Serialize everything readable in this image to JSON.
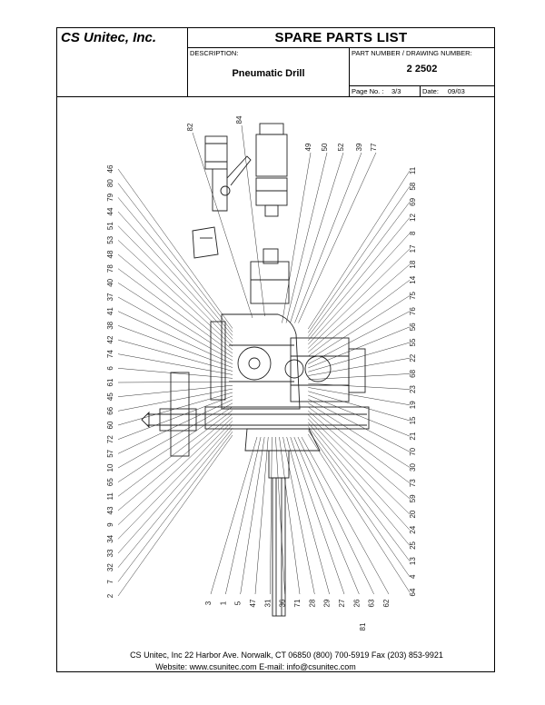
{
  "header": {
    "company": "CS Unitec, Inc.",
    "title": "SPARE PARTS LIST",
    "description_label": "DESCRIPTION:",
    "description": "Pneumatic Drill",
    "part_number_label": "PART NUMBER / DRAWING NUMBER:",
    "part_number": "2 2502",
    "page_label": "Page No. :",
    "page_value": "3/3",
    "date_label": "Date:",
    "date_value": "09/03"
  },
  "drawing": {
    "callouts_left": [
      "46",
      "80",
      "79",
      "44",
      "51",
      "53",
      "48",
      "78",
      "40",
      "37",
      "41",
      "38",
      "42",
      "74",
      "6",
      "61",
      "45",
      "66",
      "60",
      "72",
      "57",
      "10",
      "65",
      "11",
      "43",
      "9",
      "34",
      "33",
      "32",
      "7",
      "2"
    ],
    "callouts_top": [
      "82",
      "84",
      "49",
      "50",
      "52",
      "39",
      "77"
    ],
    "callouts_right": [
      "11",
      "58",
      "69",
      "12",
      "8",
      "17",
      "18",
      "14",
      "75",
      "76",
      "56",
      "55",
      "22",
      "68",
      "23",
      "19",
      "15",
      "21",
      "70",
      "30",
      "73",
      "59",
      "20",
      "24",
      "25",
      "13",
      "4",
      "64"
    ],
    "callouts_bottom": [
      "3",
      "1",
      "5",
      "47",
      "31",
      "36",
      "71",
      "28",
      "29",
      "27",
      "26",
      "63",
      "62"
    ],
    "callout_view": "81"
  },
  "footer": {
    "line1": "CS Unitec, Inc 22 Harbor Ave. Norwalk, CT 06850 (800) 700-5919  Fax (203) 853-9921",
    "line2": "Website: www.csunitec.com  E-mail: info@csunitec.com"
  }
}
